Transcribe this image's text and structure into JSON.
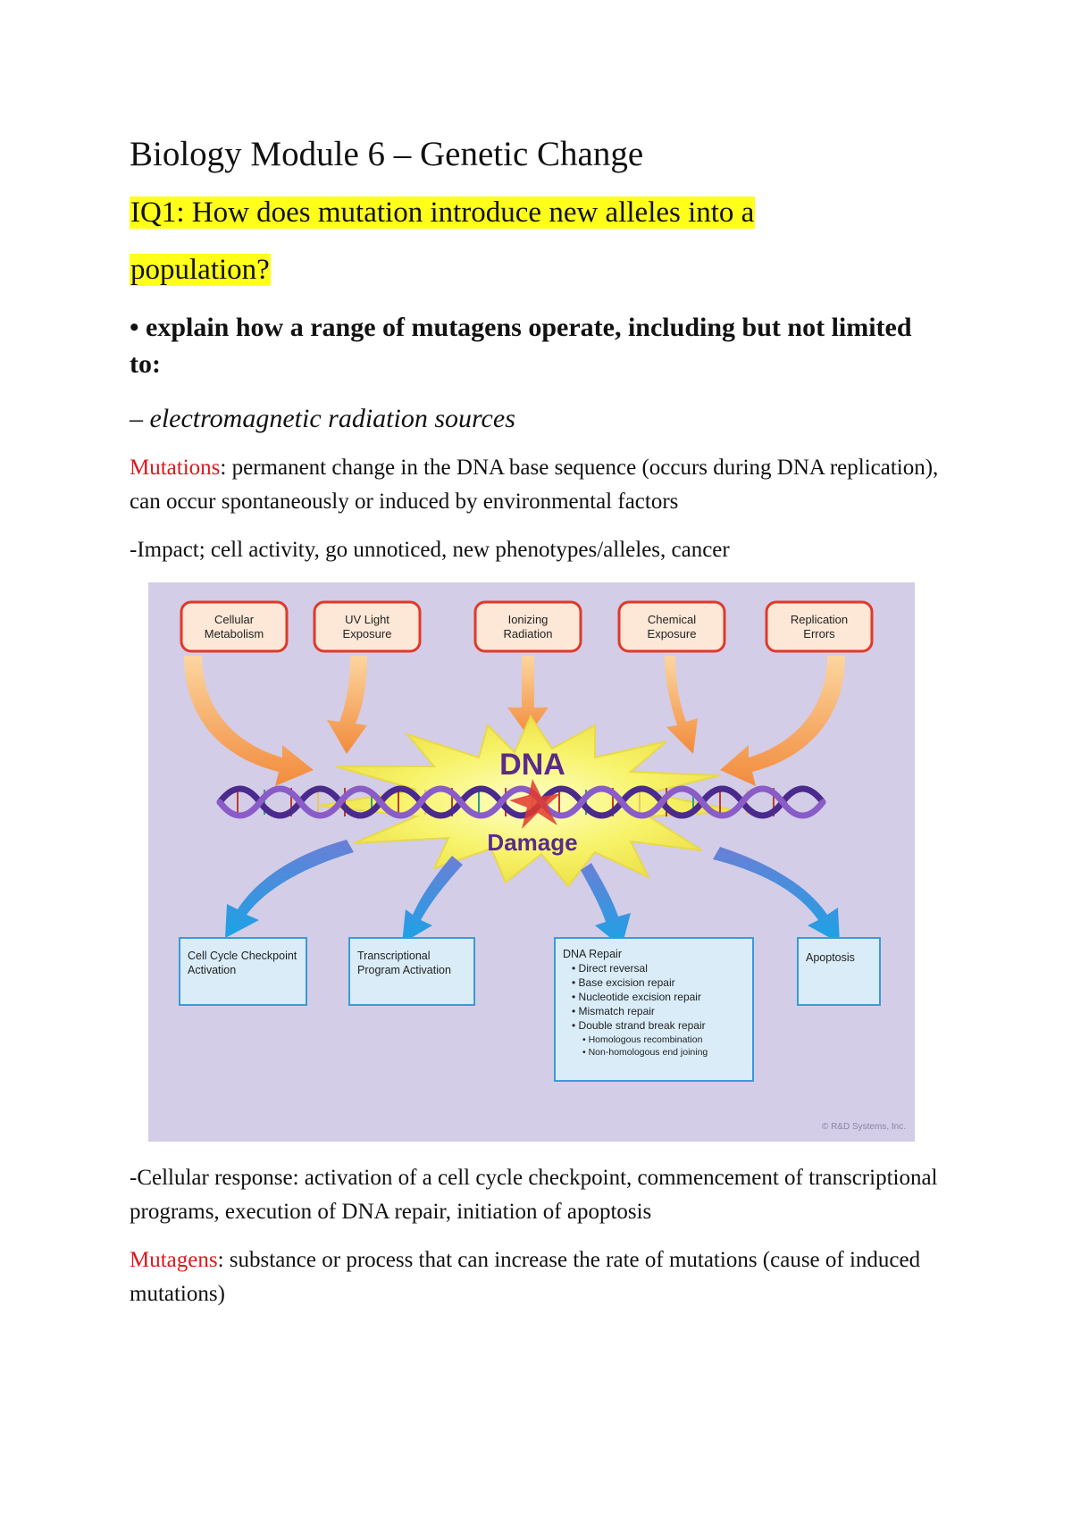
{
  "title": "Biology Module 6 – Genetic Change",
  "inquiry": {
    "line1": "IQ1: How does mutation introduce new alleles into a",
    "line2": "population?"
  },
  "outcome": "• explain how a range of mutagens operate, including but not limited to:",
  "subheading": "– electromagnetic radiation sources",
  "mutations": {
    "term": "Mutations",
    "definition": ": permanent change in the DNA base sequence (occurs during DNA replication), can occur spontaneously or induced by environmental factors"
  },
  "impact": "-Impact; cell activity, go unnoticed, new phenotypes/alleles, cancer",
  "diagram": {
    "sources": [
      {
        "l1": "Cellular",
        "l2": "Metabolism"
      },
      {
        "l1": "UV Light",
        "l2": "Exposure"
      },
      {
        "l1": "Ionizing",
        "l2": "Radiation"
      },
      {
        "l1": "Chemical",
        "l2": "Exposure"
      },
      {
        "l1": "Replication",
        "l2": "Errors"
      }
    ],
    "center_top": "DNA",
    "center_bottom": "Damage",
    "responses": {
      "checkpoint": {
        "l1": "Cell Cycle Checkpoint",
        "l2": "Activation"
      },
      "transcription": {
        "l1": "Transcriptional",
        "l2": "Program Activation"
      },
      "repair": {
        "title": "DNA Repair",
        "items": [
          "Direct reversal",
          "Base excision repair",
          "Nucleotide excision repair",
          "Mismatch repair",
          "Double strand break repair"
        ],
        "subitems": [
          "Homologous recombination",
          "Non-homologous end joining"
        ]
      },
      "apoptosis": "Apoptosis"
    },
    "credit": "© R&D Systems, Inc.",
    "colors": {
      "background": "#d3cde8",
      "source_border": "#e0392b",
      "source_fill": "#fde7d6",
      "burst": "#f4f17a",
      "response_fill": "#d9ecf8",
      "response_border": "#3a9bd6"
    }
  },
  "cellular_response": "-Cellular response: activation of a cell cycle checkpoint, commencement of transcriptional programs, execution of DNA repair, initiation of apoptosis",
  "mutagens": {
    "term": "Mutagens",
    "definition": ": substance or process that can increase the rate of mutations (cause of induced mutations)"
  }
}
